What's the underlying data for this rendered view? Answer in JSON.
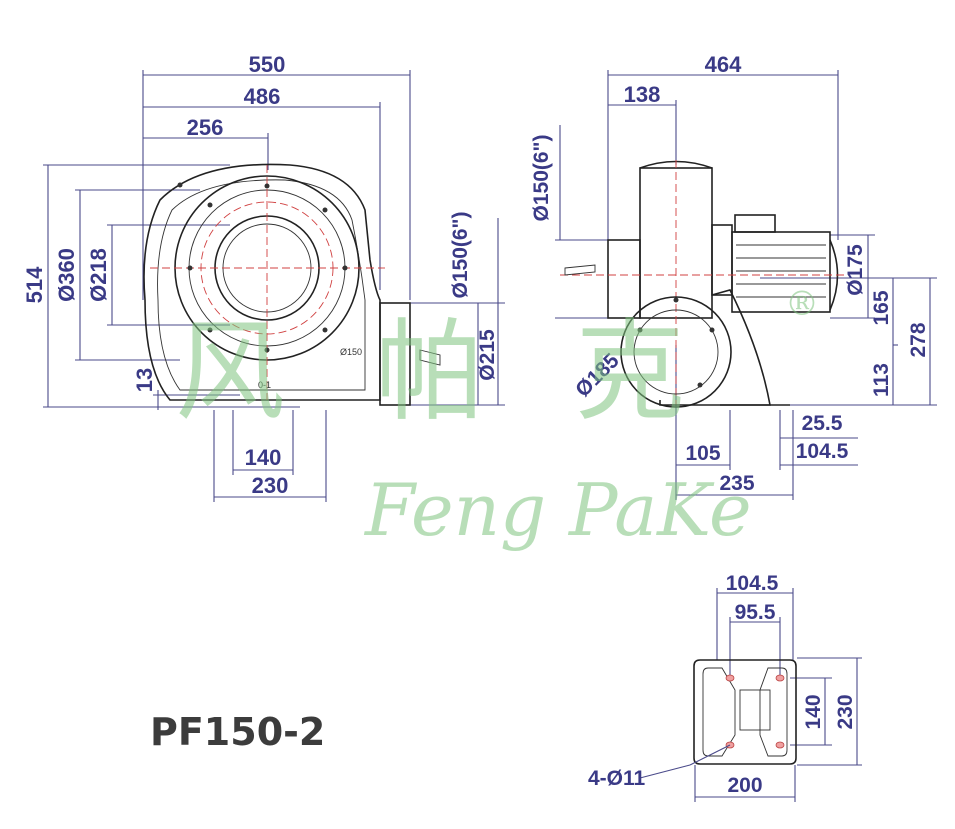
{
  "model": "PF150-2",
  "watermark": {
    "chinese": "风帕克",
    "english": "Feng PaKe",
    "registered": "®"
  },
  "front_view": {
    "dims": {
      "width_overall": "550",
      "width_486": "486",
      "width_256": "256",
      "height_514": "514",
      "dia_360": "Ø360",
      "dia_218": "Ø218",
      "outlet_dia": "Ø150(6\")",
      "outlet_215": "Ø215",
      "base_13": "13",
      "base_140": "140",
      "base_230": "230"
    },
    "inner_labels": {
      "center": "Ø150",
      "foot": "0-1"
    }
  },
  "side_view": {
    "dims": {
      "width_464": "464",
      "width_138": "138",
      "inlet_dia": "Ø150(6\")",
      "motor_dia": "Ø175",
      "h_165": "165",
      "h_278": "278",
      "h_113": "113",
      "dia_185": "Ø185",
      "w_25_5": "25.5",
      "w_104_5": "104.5",
      "w_105": "105",
      "w_235": "235"
    }
  },
  "base_view": {
    "dims": {
      "d_104_5": "104.5",
      "d_95_5": "95.5",
      "d_140": "140",
      "d_230": "230",
      "d_200": "200",
      "holes": "4-Ø11"
    }
  }
}
